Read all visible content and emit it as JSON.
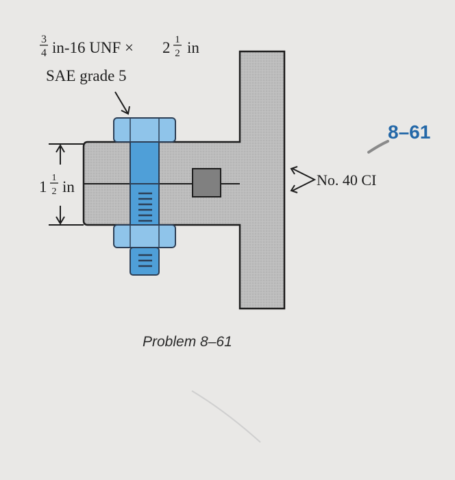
{
  "bolt_spec": {
    "thread_frac_num": "3",
    "thread_frac_den": "4",
    "thread_text": "in-16 UNF ×",
    "length_whole": "2",
    "length_frac_num": "1",
    "length_frac_den": "2",
    "length_unit": "in",
    "grade": "SAE grade 5"
  },
  "grip": {
    "whole": "1",
    "frac_num": "1",
    "frac_den": "2",
    "unit": "in"
  },
  "material_label": "No. 40 CI",
  "problem_number": "8–61",
  "caption": "Problem 8–61",
  "colors": {
    "background": "#e9e8e6",
    "casting": "#b9b9b9",
    "bolt_blue": "#4f9fd8",
    "bolt_light": "#8fc4ea",
    "number_blue": "#2468a8",
    "line": "#1d1d1d"
  }
}
